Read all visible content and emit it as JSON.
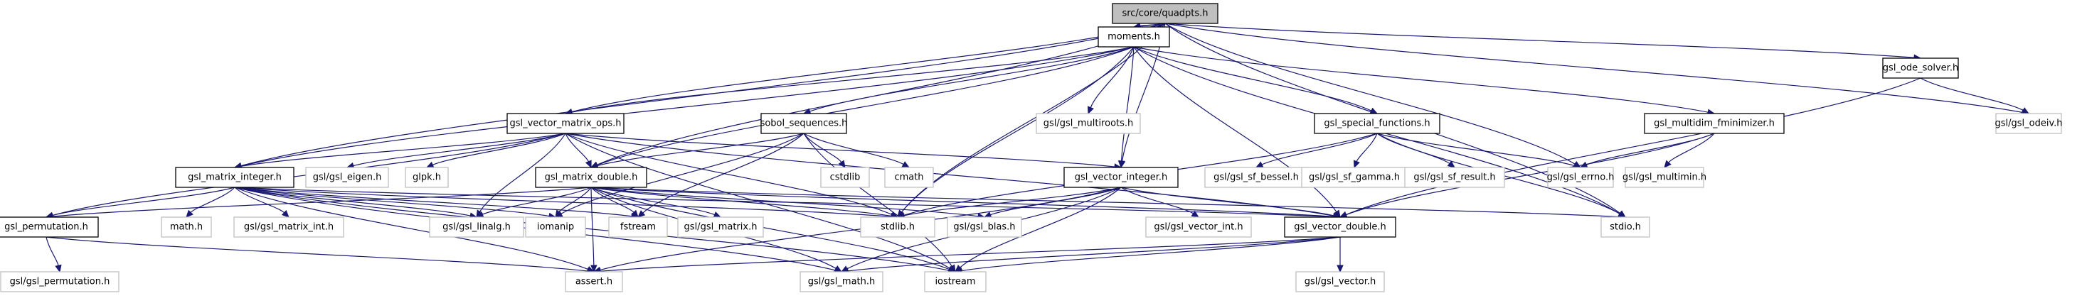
{
  "graph": {
    "title": "src/core/quadpts.h",
    "colors": {
      "edge": "#191970",
      "main_fill": "#bfbfbf",
      "internal_border": "#000000",
      "external_border": "#bfbfbf"
    },
    "nodes": [
      {
        "id": "quadpts",
        "label": "src/core/quadpts.h",
        "kind": "main"
      },
      {
        "id": "moments",
        "label": "moments.h",
        "kind": "internal"
      },
      {
        "id": "gsl_ode_solver",
        "label": "gsl_ode_solver.h",
        "kind": "internal"
      },
      {
        "id": "gsl_vector_matrix_ops",
        "label": "gsl_vector_matrix_ops.h",
        "kind": "internal"
      },
      {
        "id": "sobol_sequences",
        "label": "sobol_sequences.h",
        "kind": "internal"
      },
      {
        "id": "gsl_multiroots",
        "label": "gsl/gsl_multiroots.h",
        "kind": "external"
      },
      {
        "id": "gsl_special_functions",
        "label": "gsl_special_functions.h",
        "kind": "internal"
      },
      {
        "id": "gsl_multidim_fminimizer",
        "label": "gsl_multidim_fminimizer.h",
        "kind": "internal"
      },
      {
        "id": "gsl_odeiv",
        "label": "gsl/gsl_odeiv.h",
        "kind": "external"
      },
      {
        "id": "gsl_matrix_integer",
        "label": "gsl_matrix_integer.h",
        "kind": "internal"
      },
      {
        "id": "gsl_eigen",
        "label": "gsl/gsl_eigen.h",
        "kind": "external"
      },
      {
        "id": "glpk",
        "label": "glpk.h",
        "kind": "external"
      },
      {
        "id": "gsl_matrix_double",
        "label": "gsl_matrix_double.h",
        "kind": "internal"
      },
      {
        "id": "cstdlib",
        "label": "cstdlib",
        "kind": "external"
      },
      {
        "id": "cmath",
        "label": "cmath",
        "kind": "external"
      },
      {
        "id": "gsl_vector_integer",
        "label": "gsl_vector_integer.h",
        "kind": "internal"
      },
      {
        "id": "gsl_sf_bessel",
        "label": "gsl/gsl_sf_bessel.h",
        "kind": "external"
      },
      {
        "id": "gsl_sf_gamma",
        "label": "gsl/gsl_sf_gamma.h",
        "kind": "external"
      },
      {
        "id": "gsl_sf_result",
        "label": "gsl/gsl_sf_result.h",
        "kind": "external"
      },
      {
        "id": "gsl_errno",
        "label": "gsl/gsl_errno.h",
        "kind": "external"
      },
      {
        "id": "gsl_multimin",
        "label": "gsl/gsl_multimin.h",
        "kind": "external"
      },
      {
        "id": "gsl_permutation",
        "label": "gsl_permutation.h",
        "kind": "internal"
      },
      {
        "id": "math",
        "label": "math.h",
        "kind": "external"
      },
      {
        "id": "gsl_matrix_int",
        "label": "gsl/gsl_matrix_int.h",
        "kind": "external"
      },
      {
        "id": "gsl_linalg",
        "label": "gsl/gsl_linalg.h",
        "kind": "external"
      },
      {
        "id": "iomanip",
        "label": "iomanip",
        "kind": "external"
      },
      {
        "id": "fstream",
        "label": "fstream",
        "kind": "external"
      },
      {
        "id": "gsl_matrix",
        "label": "gsl/gsl_matrix.h",
        "kind": "external"
      },
      {
        "id": "stdlib",
        "label": "stdlib.h",
        "kind": "external"
      },
      {
        "id": "gsl_blas",
        "label": "gsl/gsl_blas.h",
        "kind": "external"
      },
      {
        "id": "gsl_vector_int",
        "label": "gsl/gsl_vector_int.h",
        "kind": "external"
      },
      {
        "id": "gsl_vector_double",
        "label": "gsl_vector_double.h",
        "kind": "internal"
      },
      {
        "id": "stdio",
        "label": "stdio.h",
        "kind": "external"
      },
      {
        "id": "gsl_permutation_ext",
        "label": "gsl/gsl_permutation.h",
        "kind": "external"
      },
      {
        "id": "assert",
        "label": "assert.h",
        "kind": "external"
      },
      {
        "id": "gsl_math",
        "label": "gsl/gsl_math.h",
        "kind": "external"
      },
      {
        "id": "iostream",
        "label": "iostream",
        "kind": "external"
      },
      {
        "id": "gsl_vector",
        "label": "gsl/gsl_vector.h",
        "kind": "external"
      }
    ],
    "edges": [
      [
        "quadpts",
        "moments"
      ],
      [
        "moments",
        "quadpts"
      ],
      [
        "quadpts",
        "gsl_ode_solver"
      ],
      [
        "quadpts",
        "gsl_odeiv"
      ],
      [
        "quadpts",
        "stdio"
      ],
      [
        "quadpts",
        "gsl_vector_matrix_ops"
      ],
      [
        "quadpts",
        "gsl_matrix_integer"
      ],
      [
        "quadpts",
        "gsl_matrix_double"
      ],
      [
        "quadpts",
        "gsl_vector_integer"
      ],
      [
        "quadpts",
        "stdlib"
      ],
      [
        "quadpts",
        "gsl_errno"
      ],
      [
        "moments",
        "gsl_vector_matrix_ops"
      ],
      [
        "moments",
        "sobol_sequences"
      ],
      [
        "moments",
        "gsl_multiroots"
      ],
      [
        "moments",
        "gsl_special_functions"
      ],
      [
        "moments",
        "gsl_multidim_fminimizer"
      ],
      [
        "moments",
        "gsl_matrix_integer"
      ],
      [
        "moments",
        "gsl_matrix_double"
      ],
      [
        "moments",
        "gsl_vector_integer"
      ],
      [
        "moments",
        "gsl_vector_double"
      ],
      [
        "moments",
        "stdlib"
      ],
      [
        "moments",
        "stdio"
      ],
      [
        "gsl_ode_solver",
        "gsl_odeiv"
      ],
      [
        "gsl_ode_solver",
        "gsl_vector_double"
      ],
      [
        "gsl_vector_matrix_ops",
        "gsl_matrix_integer"
      ],
      [
        "gsl_vector_matrix_ops",
        "gsl_eigen"
      ],
      [
        "gsl_vector_matrix_ops",
        "glpk"
      ],
      [
        "gsl_vector_matrix_ops",
        "gsl_matrix_double"
      ],
      [
        "gsl_vector_matrix_ops",
        "gsl_vector_integer"
      ],
      [
        "gsl_vector_matrix_ops",
        "gsl_permutation"
      ],
      [
        "gsl_vector_matrix_ops",
        "gsl_linalg"
      ],
      [
        "gsl_vector_matrix_ops",
        "stdlib"
      ],
      [
        "gsl_vector_matrix_ops",
        "gsl_vector_double"
      ],
      [
        "gsl_vector_matrix_ops",
        "iostream"
      ],
      [
        "sobol_sequences",
        "gsl_matrix_double"
      ],
      [
        "sobol_sequences",
        "cstdlib"
      ],
      [
        "sobol_sequences",
        "cmath"
      ],
      [
        "sobol_sequences",
        "iomanip"
      ],
      [
        "sobol_sequences",
        "fstream"
      ],
      [
        "sobol_sequences",
        "iostream"
      ],
      [
        "gsl_special_functions",
        "gsl_sf_bessel"
      ],
      [
        "gsl_special_functions",
        "gsl_sf_gamma"
      ],
      [
        "gsl_special_functions",
        "gsl_sf_result"
      ],
      [
        "gsl_special_functions",
        "gsl_errno"
      ],
      [
        "gsl_special_functions",
        "stdlib"
      ],
      [
        "gsl_special_functions",
        "stdio"
      ],
      [
        "gsl_multidim_fminimizer",
        "gsl_errno"
      ],
      [
        "gsl_multidim_fminimizer",
        "gsl_multimin"
      ],
      [
        "gsl_multidim_fminimizer",
        "gsl_vector_double"
      ],
      [
        "gsl_matrix_integer",
        "gsl_permutation"
      ],
      [
        "gsl_matrix_integer",
        "math"
      ],
      [
        "gsl_matrix_integer",
        "gsl_matrix_int"
      ],
      [
        "gsl_matrix_integer",
        "gsl_linalg"
      ],
      [
        "gsl_matrix_integer",
        "iomanip"
      ],
      [
        "gsl_matrix_integer",
        "fstream"
      ],
      [
        "gsl_matrix_integer",
        "stdlib"
      ],
      [
        "gsl_matrix_integer",
        "gsl_vector_double"
      ],
      [
        "gsl_matrix_integer",
        "assert"
      ],
      [
        "gsl_matrix_integer",
        "gsl_math"
      ],
      [
        "gsl_matrix_integer",
        "iostream"
      ],
      [
        "gsl_matrix_double",
        "gsl_permutation"
      ],
      [
        "gsl_matrix_double",
        "gsl_linalg"
      ],
      [
        "gsl_matrix_double",
        "iomanip"
      ],
      [
        "gsl_matrix_double",
        "fstream"
      ],
      [
        "gsl_matrix_double",
        "gsl_matrix"
      ],
      [
        "gsl_matrix_double",
        "stdlib"
      ],
      [
        "gsl_matrix_double",
        "gsl_blas"
      ],
      [
        "gsl_matrix_double",
        "gsl_vector_double"
      ],
      [
        "gsl_matrix_double",
        "stdio"
      ],
      [
        "gsl_matrix_double",
        "assert"
      ],
      [
        "gsl_matrix_double",
        "gsl_math"
      ],
      [
        "gsl_matrix_double",
        "iostream"
      ],
      [
        "gsl_vector_integer",
        "stdlib"
      ],
      [
        "gsl_vector_integer",
        "gsl_blas"
      ],
      [
        "gsl_vector_integer",
        "gsl_vector_int"
      ],
      [
        "gsl_vector_integer",
        "gsl_vector_double"
      ],
      [
        "gsl_vector_integer",
        "assert"
      ],
      [
        "gsl_vector_integer",
        "gsl_math"
      ],
      [
        "gsl_vector_integer",
        "iostream"
      ],
      [
        "gsl_permutation",
        "gsl_permutation_ext"
      ],
      [
        "gsl_permutation",
        "assert"
      ],
      [
        "gsl_vector_double",
        "gsl_vector"
      ],
      [
        "gsl_vector_double",
        "assert"
      ],
      [
        "gsl_vector_double",
        "gsl_math"
      ],
      [
        "gsl_vector_double",
        "iostream"
      ]
    ]
  }
}
